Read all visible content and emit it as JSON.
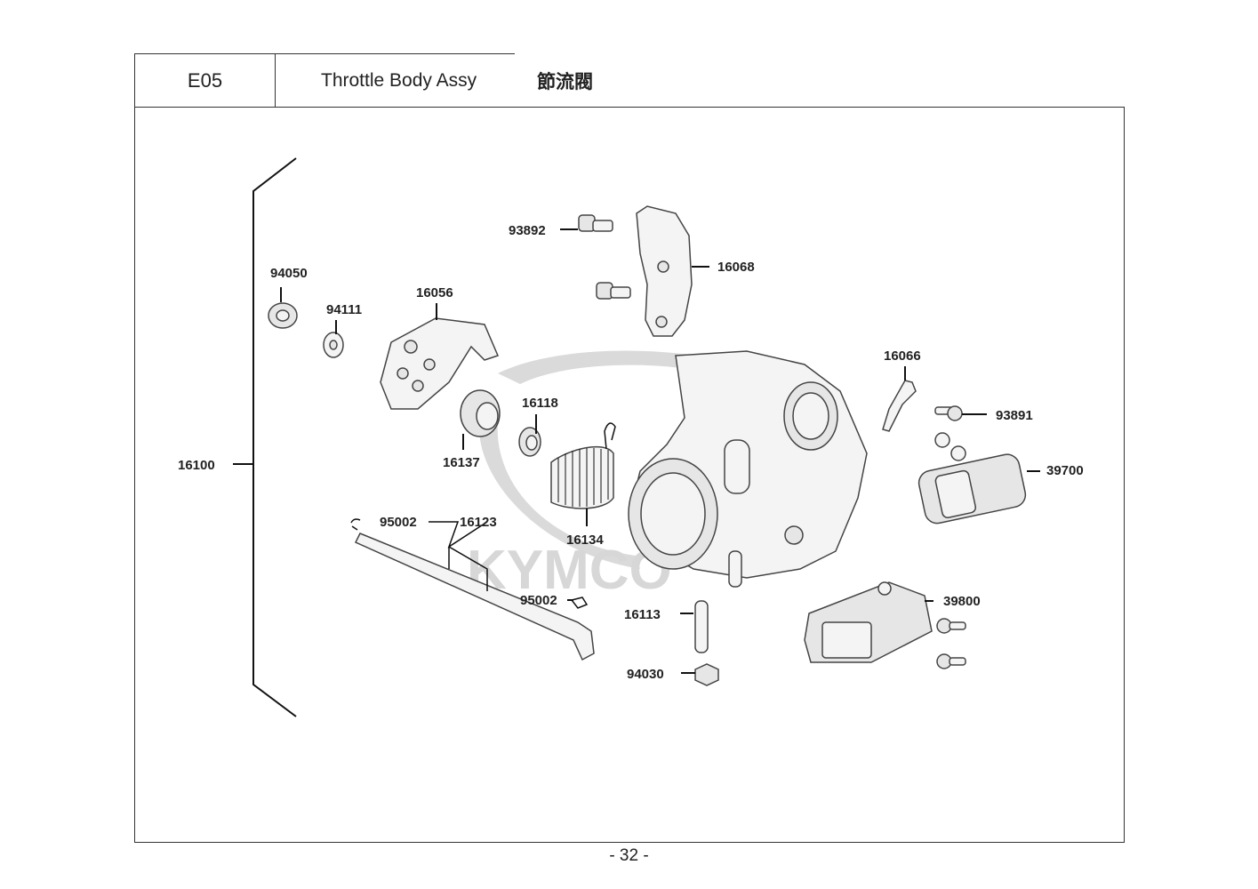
{
  "header": {
    "code": "E05",
    "title": "Throttle Body Assy",
    "title_cn": "節流閥"
  },
  "watermark": {
    "text": "KYMCO"
  },
  "parts": {
    "p16100": "16100",
    "p94050": "94050",
    "p94111": "94111",
    "p16056": "16056",
    "p93892": "93892",
    "p16068": "16068",
    "p16118": "16118",
    "p16137": "16137",
    "p16134": "16134",
    "p16066": "16066",
    "p93891": "93891",
    "p39700": "39700",
    "p95002a": "95002",
    "p16123": "16123",
    "p95002b": "95002",
    "p16113": "16113",
    "p94030": "94030",
    "p39800": "39800"
  },
  "footer": {
    "page": "- 32 -"
  }
}
